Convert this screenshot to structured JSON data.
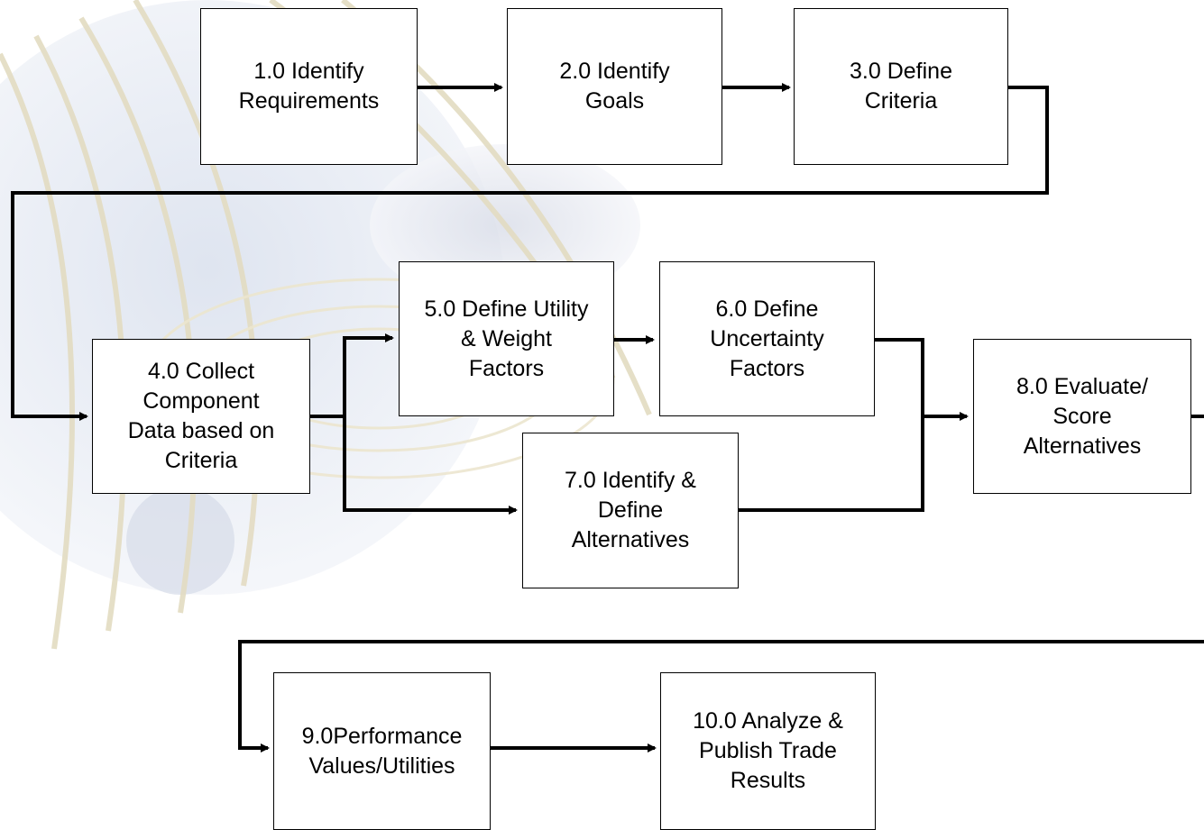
{
  "colors": {
    "line": "#000000",
    "box_fill": "#ffffff",
    "background_art": "#dcd7c0"
  },
  "steps": [
    {
      "id": "s1",
      "label": "1.0 Identify\nRequirements"
    },
    {
      "id": "s2",
      "label": "2.0 Identify\nGoals"
    },
    {
      "id": "s3",
      "label": "3.0 Define\nCriteria"
    },
    {
      "id": "s4",
      "label": "4.0 Collect\nComponent\nData based on\nCriteria"
    },
    {
      "id": "s5",
      "label": "5.0 Define Utility\n& Weight\nFactors"
    },
    {
      "id": "s6",
      "label": "6.0 Define\nUncertainty\nFactors"
    },
    {
      "id": "s7",
      "label": "7.0 Identify &\nDefine\nAlternatives"
    },
    {
      "id": "s8",
      "label": "8.0 Evaluate/\nScore\nAlternatives"
    },
    {
      "id": "s9",
      "label": "9.0Performance\nValues/Utilities"
    },
    {
      "id": "s10",
      "label": "10.0 Analyze &\nPublish Trade\nResults"
    }
  ]
}
